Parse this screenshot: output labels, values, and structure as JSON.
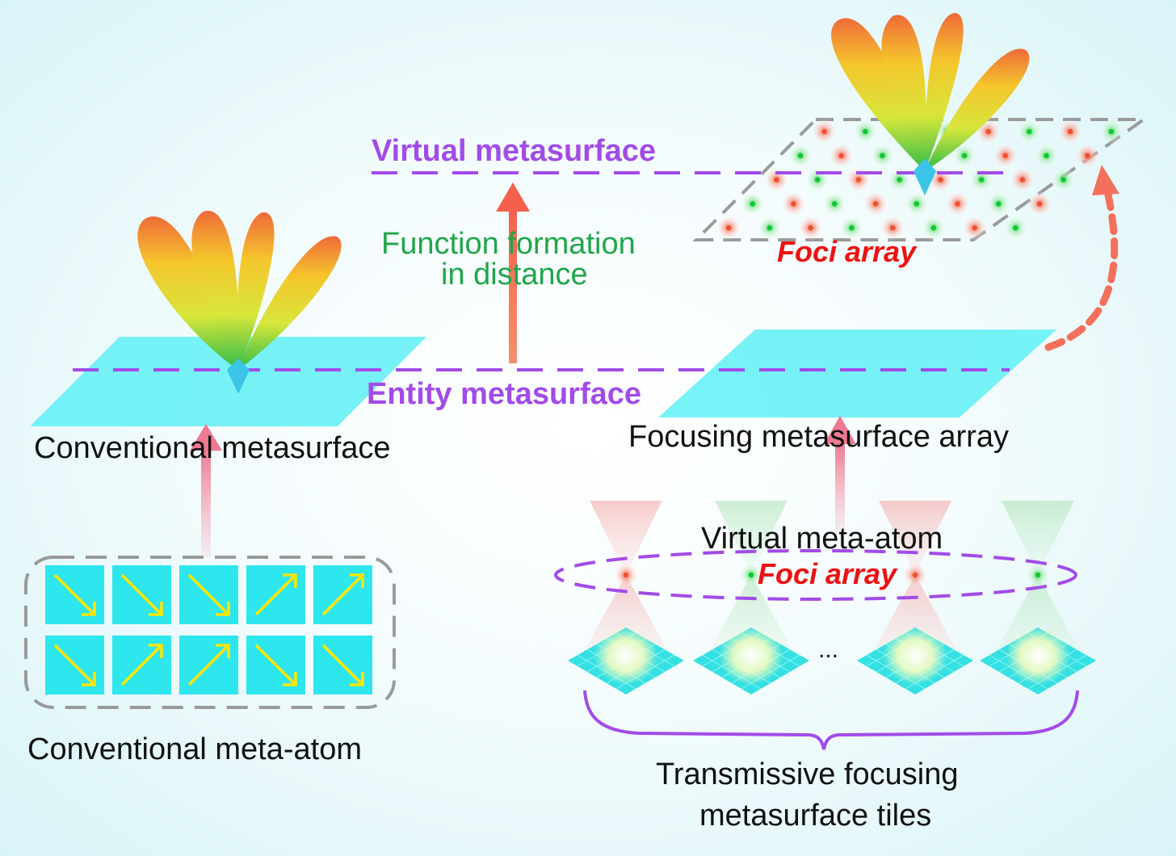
{
  "labels": {
    "virtual_metasurface": "Virtual metasurface",
    "function_formation_line1": "Function formation",
    "function_formation_line2": "in distance",
    "entity_metasurface": "Entity metasurface",
    "conventional_metasurface": "Conventional metasurface",
    "focusing_metasurface_array": "Focusing metasurface array",
    "conventional_meta_atom": "Conventional meta-atom",
    "virtual_meta_atom": "Virtual meta-atom",
    "foci_array_top": "Foci array",
    "foci_array_bottom": "Foci array",
    "ellipsis": "...",
    "transmissive_line1": "Transmissive  focusing",
    "transmissive_line2": "metasurface tiles"
  },
  "meta_atom_arrows": [
    [
      "down-right",
      "down-right",
      "down-right",
      "up-right",
      "up-right"
    ],
    [
      "down-right",
      "up-right",
      "up-right",
      "down-right",
      "down-right"
    ]
  ],
  "colors": {
    "background": "#e8f9fb",
    "metasurface": "#5ff0f4",
    "purple": "#a24be8",
    "green_text": "#1fa64a",
    "red_text": "#ee1111",
    "arrow_orange": "#f5705c",
    "arrow_pink": "#f0a0b2",
    "arrow_yellow": "#ffe600",
    "gray_dash": "#9a9a9a"
  }
}
